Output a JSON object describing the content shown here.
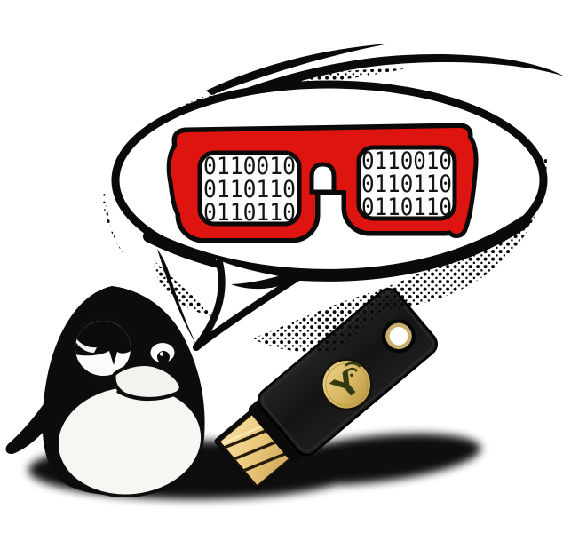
{
  "illustration": {
    "description": "Cartoon penguin looking at a YubiKey security key while a speech bubble shows red glasses whose lenses are filled with binary digits",
    "colors": {
      "ink": "#0a0a0a",
      "glasses_red": "#de1410",
      "lens_fill": "#fcfcfb",
      "binary_text": "#141414",
      "key_body": "#171717",
      "key_gold_disc": "#d9b964",
      "usb_gold": "#ecca7f",
      "belly_white": "#f6f6f3",
      "background": "#ffffff"
    },
    "speech_bubble": {
      "glasses": {
        "left_lens_lines": [
          "0110010",
          "0110110",
          "0110110"
        ],
        "right_lens_lines": [
          "0110010",
          "0110110",
          "0110110"
        ]
      }
    },
    "yubikey": {
      "logo_letter": "Y"
    }
  }
}
